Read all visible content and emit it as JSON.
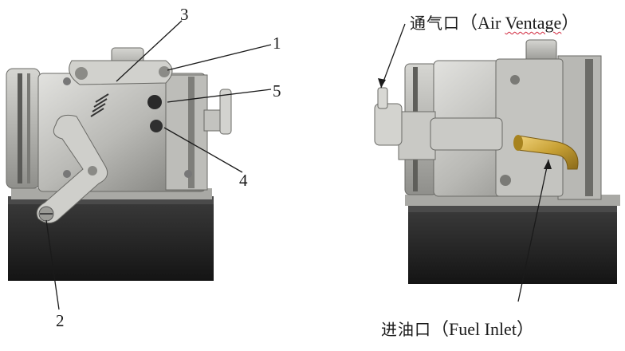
{
  "figure": {
    "left_view": {
      "callouts": [
        {
          "id": "1",
          "label": "1"
        },
        {
          "id": "2",
          "label": "2"
        },
        {
          "id": "3",
          "label": "3"
        },
        {
          "id": "4",
          "label": "4"
        },
        {
          "id": "5",
          "label": "5"
        }
      ]
    },
    "right_view": {
      "air_vent": {
        "cn": "通气口",
        "en": "（Air ",
        "en_underlined": "Ventage",
        "close": "）"
      },
      "fuel_inlet": {
        "cn": "进油口",
        "en": "（Fuel Inlet）"
      }
    }
  },
  "colors": {
    "metal_light": "#c9c9c6",
    "metal_mid": "#9b9b97",
    "metal_dark": "#5d5d5a",
    "block_black": "#1f1f1f",
    "brass": "#c8a135",
    "line": "#1a1a1a"
  }
}
